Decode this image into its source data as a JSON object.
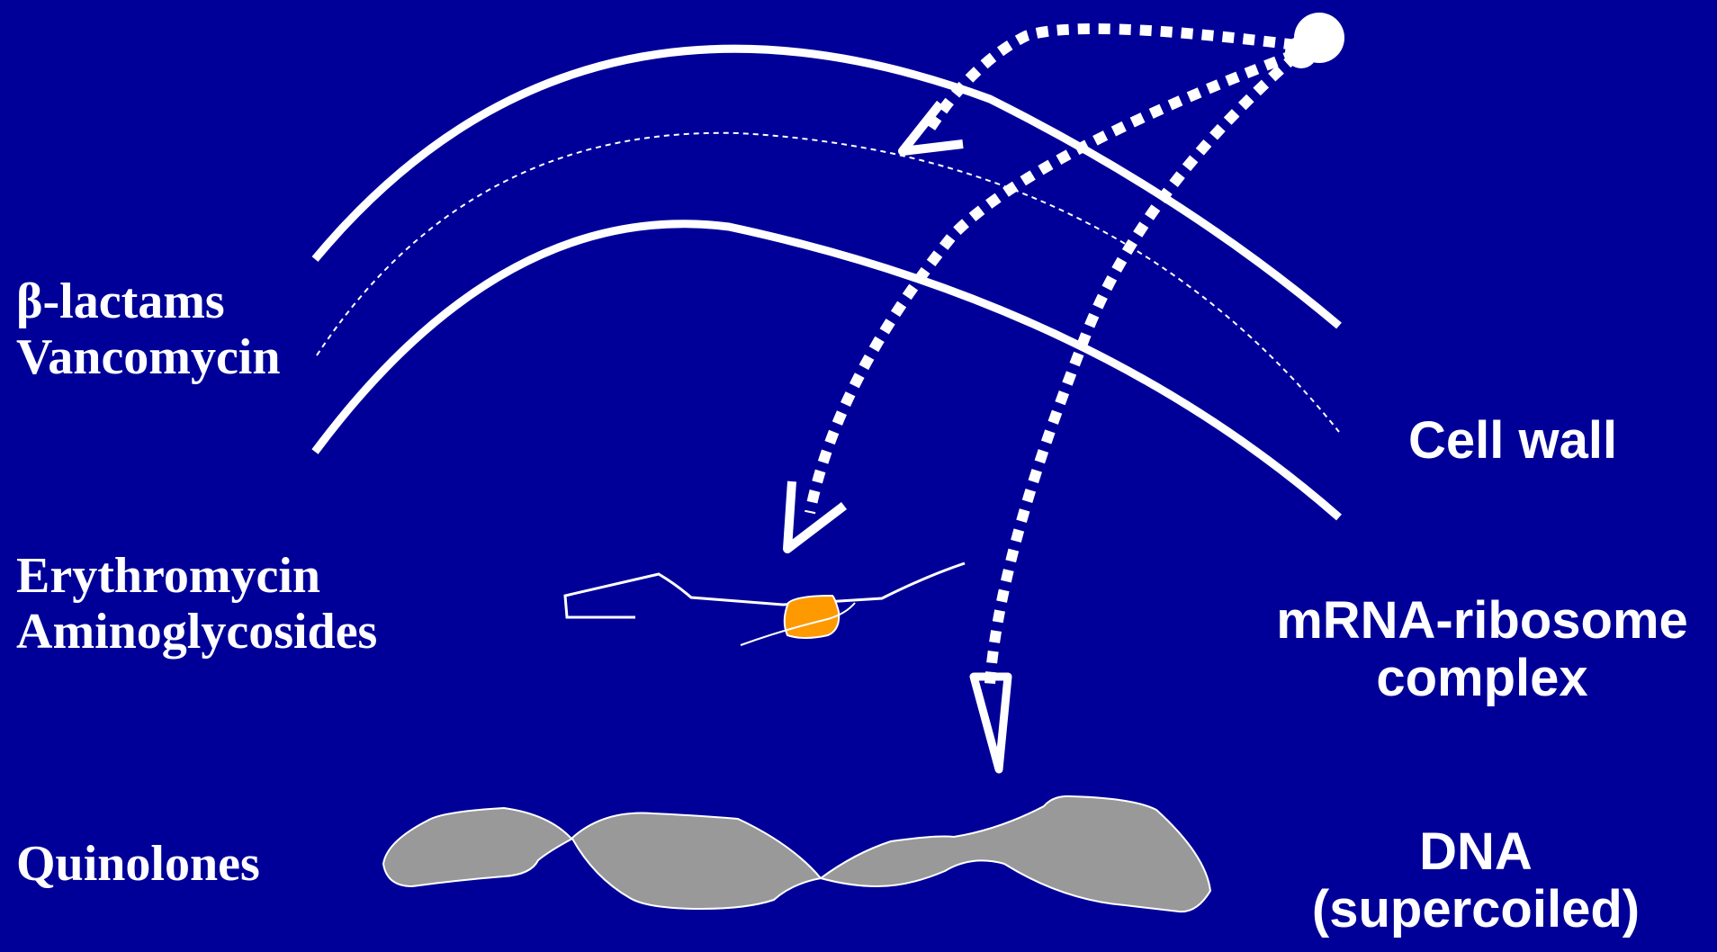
{
  "drugs": {
    "beta_lactams": "β-lactams",
    "vancomycin": "Vancomycin",
    "erythromycin": "Erythromycin",
    "aminoglycosides": "Aminoglycosides",
    "quinolones": "Quinolones"
  },
  "targets": {
    "cell_wall": "Cell wall",
    "mrna_ribosome_line1": "mRNA-ribosome",
    "mrna_ribosome_line2": "complex",
    "dna_line1": "DNA",
    "dna_line2": "(supercoiled)"
  },
  "colors": {
    "background": "#000099",
    "foreground": "#ffffff",
    "ribosome": "#ff9900",
    "dna": "#999999"
  }
}
